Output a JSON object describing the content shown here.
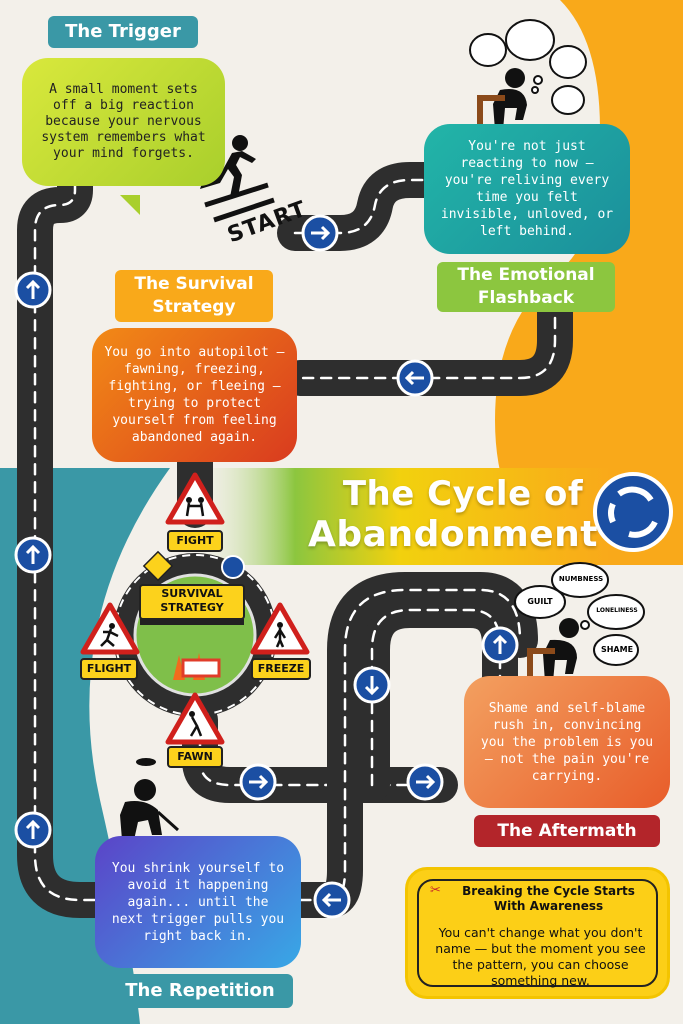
{
  "title": {
    "line1": "The Cycle of",
    "line2": "Abandonment"
  },
  "start_label": "START",
  "stages": {
    "trigger": {
      "label": "The Trigger",
      "text": "A small moment sets off a big reaction because your nervous system remembers what your mind forgets."
    },
    "flashback": {
      "label": "The Emotional Flashback",
      "text": "You're not just reacting to now — you're reliving every time you felt invisible, unloved, or left behind."
    },
    "survival": {
      "label": "The Survival Strategy",
      "text": "You go into autopilot — fawning, freezing, fighting, or fleeing — trying to protect yourself from feeling abandoned again."
    },
    "aftermath": {
      "label": "The Aftermath",
      "text": "Shame and self-blame rush in, convincing you the problem is you — not the pain you're carrying."
    },
    "repetition": {
      "label": "The Repetition",
      "text": "You shrink yourself to avoid it happening again... until the next trigger pulls you right back in."
    }
  },
  "survival_strategy_sign": "SURVIVAL STRATEGY",
  "responses": {
    "fight": "FIGHT",
    "flight": "FLIGHT",
    "freeze": "FREEZE",
    "fawn": "FAWN"
  },
  "thought_bubbles": {
    "guilt": "GUILT",
    "numbness": "NUMBNESS",
    "loneliness": "LONELINESS",
    "shame": "SHAME"
  },
  "awareness": {
    "icon": "scissors-icon",
    "heading": "Breaking the Cycle Starts With Awareness",
    "text": "You can't change what you don't name — but the moment you see the pattern, you can choose something new."
  },
  "colors": {
    "orange": "#f9a91a",
    "teal": "#3a98a6",
    "blue_sign": "#1b4fa3",
    "trigger": "#c8dd2e",
    "flashback": "#1fa9a3",
    "survival": "#e85a1e",
    "aftermath": "#ef7a3c",
    "repetition": "#5a5bd0",
    "road": "#2e2e2e"
  }
}
